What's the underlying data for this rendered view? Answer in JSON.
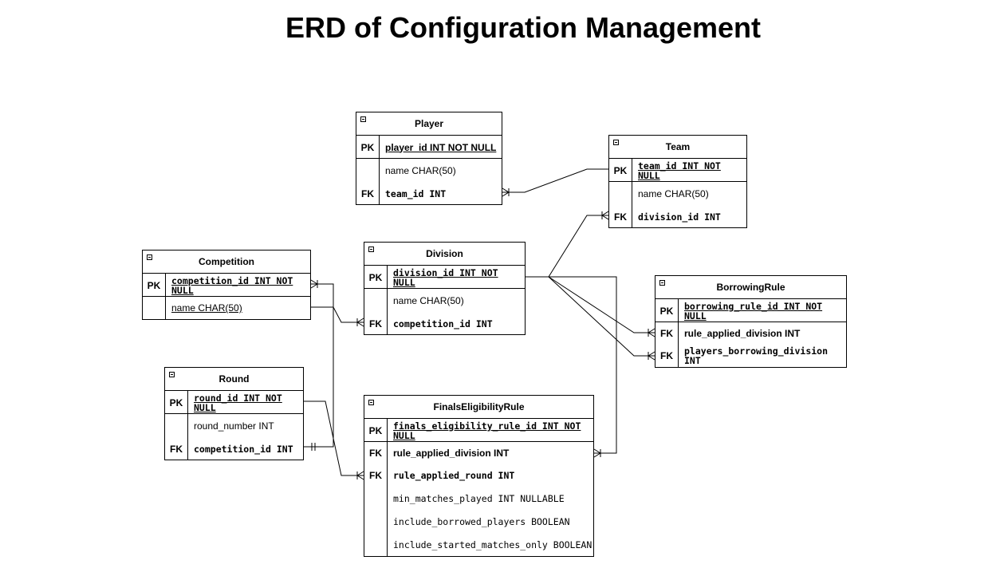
{
  "title": "ERD of Configuration Management",
  "entities": {
    "player": {
      "name": "Player",
      "fields": [
        {
          "key": "PK",
          "text": "player_id INT NOT NULL"
        },
        {
          "key": "",
          "text": "name CHAR(50)"
        },
        {
          "key": "FK",
          "text": "team_id INT"
        }
      ]
    },
    "team": {
      "name": "Team",
      "fields": [
        {
          "key": "PK",
          "text": "team_id INT NOT NULL"
        },
        {
          "key": "",
          "text": "name CHAR(50)"
        },
        {
          "key": "FK",
          "text": "division_id INT"
        }
      ]
    },
    "competition": {
      "name": "Competition",
      "fields": [
        {
          "key": "PK",
          "text": "competition_id INT NOT NULL"
        },
        {
          "key": "",
          "text": "name CHAR(50)"
        }
      ]
    },
    "division": {
      "name": "Division",
      "fields": [
        {
          "key": "PK",
          "text": "division_id INT NOT NULL"
        },
        {
          "key": "",
          "text": "name CHAR(50)"
        },
        {
          "key": "FK",
          "text": "competition_id INT"
        }
      ]
    },
    "borrowing_rule": {
      "name": "BorrowingRule",
      "fields": [
        {
          "key": "PK",
          "text": "borrowing_rule_id INT NOT NULL"
        },
        {
          "key": "FK",
          "text": "rule_applied_division INT"
        },
        {
          "key": "FK",
          "text": "players_borrowing_division INT"
        }
      ]
    },
    "round": {
      "name": "Round",
      "fields": [
        {
          "key": "PK",
          "text": "round_id INT NOT NULL"
        },
        {
          "key": "",
          "text": "round_number INT"
        },
        {
          "key": "FK",
          "text": "competition_id INT"
        }
      ]
    },
    "finals_rule": {
      "name": "FinalsEligibilityRule",
      "fields": [
        {
          "key": "PK",
          "text": "finals_eligibility_rule_id INT NOT NULL"
        },
        {
          "key": "FK",
          "text": "rule_applied_division INT"
        },
        {
          "key": "FK",
          "text": "rule_applied_round INT"
        },
        {
          "key": "",
          "text": "min_matches_played INT NULLABLE"
        },
        {
          "key": "",
          "text": "include_borrowed_players BOOLEAN"
        },
        {
          "key": "",
          "text": "include_started_matches_only BOOLEAN"
        }
      ]
    }
  }
}
